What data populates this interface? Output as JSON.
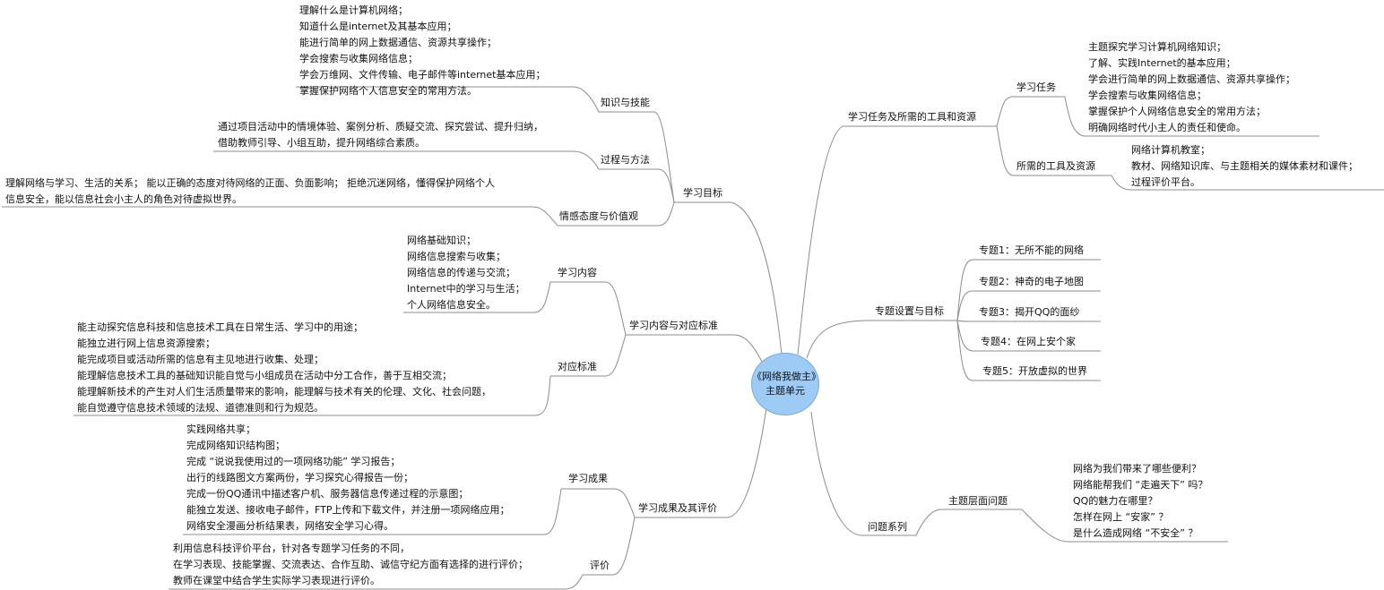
{
  "root": {
    "line1": "《网络我做主》",
    "line2": "主题单元"
  },
  "left": {
    "goals": {
      "label": "学习目标",
      "knowledge": {
        "label": "知识与技能",
        "items": [
          "理解什么是计算机网络；",
          "知道什么是internet及其基本应用；",
          "能进行简单的网上数据通信、资源共享操作；",
          "学会搜索与收集网络信息；",
          "学会万维网、文件传输、电子邮件等internet基本应用；",
          "掌握保护网络个人信息安全的常用方法。"
        ]
      },
      "process": {
        "label": "过程与方法",
        "items": [
          "通过项目活动中的情境体验、案例分析、质疑交流、探究尝试、提升归纳，",
          "借助教师引导、小组互助，提升网络综合素质。"
        ]
      },
      "emotion": {
        "label": "情感态度与价值观",
        "items": [
          "理解网络与学习、生活的关系；  能以正确的态度对待网络的正面、负面影响；  拒绝沉迷网络，懂得保护网络个人",
          "信息安全，能以信息社会小主人的角色对待虚拟世界。"
        ]
      }
    },
    "content": {
      "label": "学习内容与对应标准",
      "learning": {
        "label": "学习内容",
        "items": [
          "网络基础知识；",
          "网络信息搜索与收集；",
          "网络信息的传递与交流；",
          "Internet中的学习与生活；",
          "个人网络信息安全。"
        ]
      },
      "standards": {
        "label": "对应标准",
        "items": [
          "能主动探究信息科技和信息技术工具在日常生活、学习中的用途；",
          "能独立进行网上信息资源搜索；",
          "能完成项目或活动所需的信息有主见地进行收集、处理；",
          "能理解信息技术工具的基础知识能自觉与小组成员在活动中分工合作，善于互相交流；",
          "能理解新技术的产生对人们生活质量带来的影响，能理解与技术有关的伦理、文化、社会问题，",
          "能自觉遵守信息技术领域的法规、道德准则和行为规范。"
        ]
      }
    },
    "results": {
      "label": "学习成果及其评价",
      "outcomes": {
        "label": "学习成果",
        "items": [
          "实践网络共享；",
          "完成网络知识结构图；",
          "完成 “说说我使用过的一项网络功能” 学习报告；",
          "出行的线路图文方案两份，学习探究心得报告一份；",
          "完成一份QQ通讯中描述客户机、服务器信息传递过程的示意图；",
          "能独立发送、接收电子邮件，FTP上传和下载文件，并注册一项网络应用；",
          "网络安全漫画分析结果表，网络安全学习心得。"
        ]
      },
      "evaluation": {
        "label": "评价",
        "items": [
          "利用信息科技评价平台，针对各专题学习任务的不同，",
          "在学习表现、技能掌握、交流表达、合作互助、诚信守纪方面有选择的进行评价；",
          "教师在课堂中结合学生实际学习表现进行评价。"
        ]
      }
    }
  },
  "right": {
    "tasks": {
      "label": "学习任务及所需的工具和资源",
      "task": {
        "label": "学习任务",
        "items": [
          "主题探究学习计算机网络知识；",
          "了解、实践Internet的基本应用；",
          "学会进行简单的网上数据通信、资源共享操作；",
          "学会搜索与收集网络信息；",
          "掌握保护个人网络信息安全的常用方法；",
          "明确网络时代小主人的责任和使命。"
        ]
      },
      "tools": {
        "label": "所需的工具及资源",
        "items": [
          "网络计算机教室；",
          "教材、网络知识库、与主题相关的媒体素材和课件；",
          "过程评价平台。"
        ]
      }
    },
    "topics": {
      "label": "专题设置与目标",
      "items": [
        "专题1：无所不能的网络",
        "专题2：神奇的电子地图",
        "专题3：揭开QQ的面纱",
        "专题4：在网上安个家",
        "专题5：开放虚拟的世界"
      ]
    },
    "questions": {
      "label": "问题系列",
      "sub": {
        "label": "主题层面问题",
        "items": [
          "网络为我们带来了哪些便利？",
          "网络能帮我们 “走遍天下” 吗？",
          "QQ的魅力在哪里？",
          "怎样在网上 “安家” ？",
          "是什么造成网络 “不安全” ？"
        ]
      }
    }
  }
}
